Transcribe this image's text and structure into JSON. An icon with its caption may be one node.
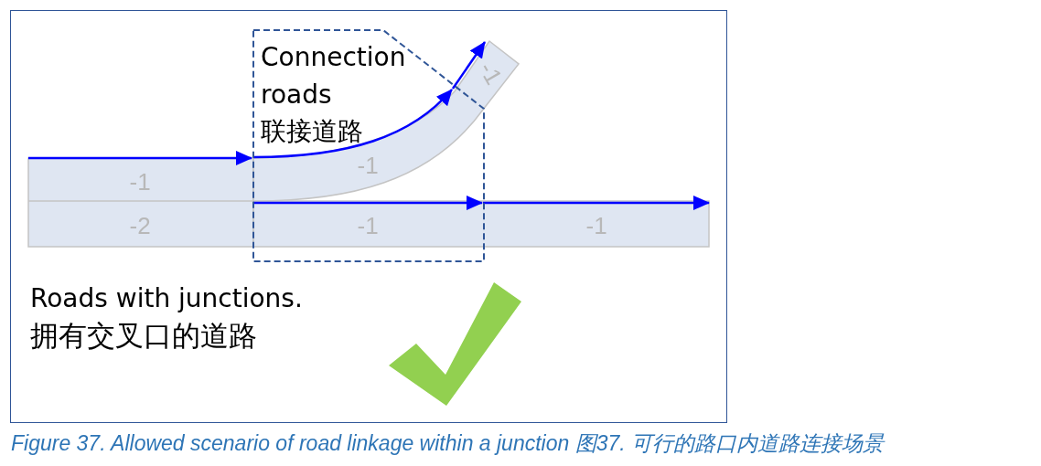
{
  "diagram": {
    "caption": "Figure 37. Allowed scenario of road linkage within a junction 图37. 可行的路口内道路连接场景",
    "nodes": [
      {
        "text": [
          "Connection roads",
          "联接道路"
        ]
      }
    ],
    "edges": [],
    "labels": [
      "-1",
      "-1",
      "-1",
      "-2",
      "-1",
      "-1",
      "Roads with junctions.",
      "拥有交叉口的道路"
    ]
  }
}
